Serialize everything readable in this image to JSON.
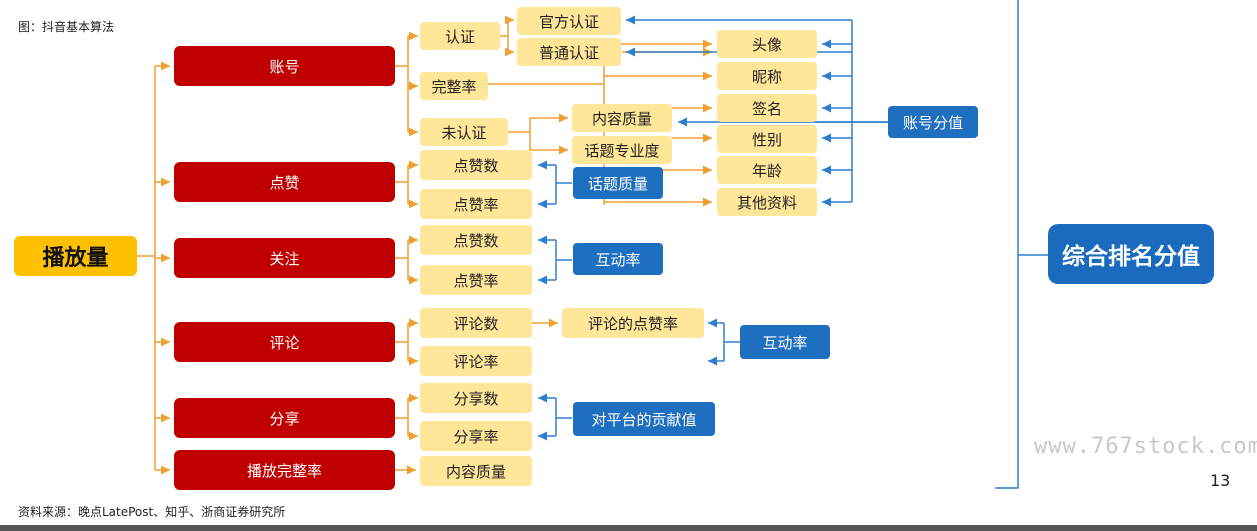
{
  "figure_title": "图：抖音基本算法",
  "source": "资料来源：晚点LatePost、知乎、浙商证券研究所",
  "watermark": "www.767stock.com",
  "page_number": "13",
  "root": "播放量",
  "result": "综合排名分值",
  "categories": {
    "account": "账号",
    "likes": "点赞",
    "follow": "关注",
    "comment": "评论",
    "share": "分享",
    "completion": "播放完整率"
  },
  "account": {
    "verify": "认证",
    "official": "官方认证",
    "normal": "普通认证",
    "complete": "完整率",
    "unverified": "未认证",
    "content_quality": "内容质量",
    "topic_expertise": "话题专业度",
    "fields": [
      "头像",
      "昵称",
      "签名",
      "性别",
      "年龄",
      "其他资料"
    ],
    "score": "账号分值"
  },
  "likes": {
    "count": "点赞数",
    "rate": "点赞率",
    "badge": "话题质量"
  },
  "follow": {
    "count": "点赞数",
    "rate": "点赞率",
    "badge": "互动率"
  },
  "comment": {
    "count": "评论数",
    "rate": "评论率",
    "like_rate": "评论的点赞率",
    "badge": "互动率"
  },
  "share": {
    "count": "分享数",
    "rate": "分享率",
    "badge": "对平台的贡献值"
  },
  "completion": {
    "item": "内容质量"
  },
  "colors": {
    "red": "#c00000",
    "yellow": "#ffe699",
    "blue": "#1f6fc0",
    "gold": "#ffc000",
    "orange_line": "#f0a030",
    "blue_line": "#2f7fd0"
  }
}
